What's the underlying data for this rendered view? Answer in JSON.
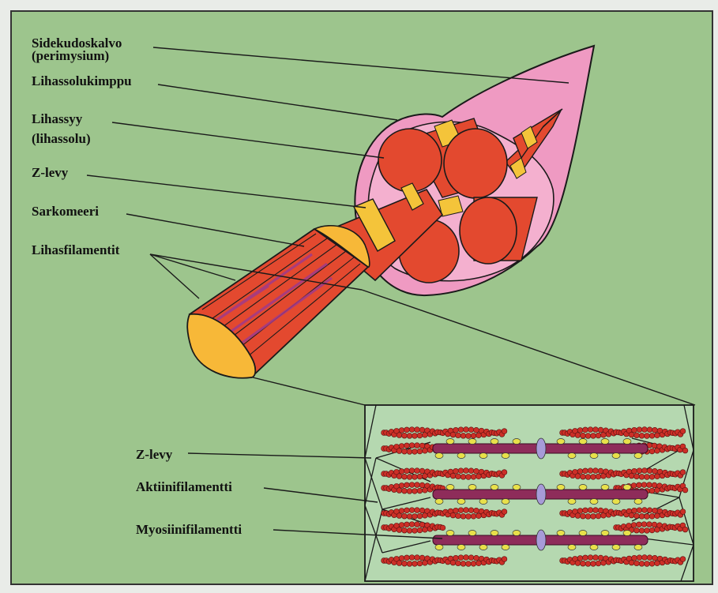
{
  "labels": {
    "perimysium_line1": "Sidekudoskalvo",
    "perimysium_line2": "(perimysium)",
    "fascicle": "Lihassolukimppu",
    "fiber_line1": "Lihassyy",
    "fiber_line2": "(lihassolu)",
    "z_disc_top": "Z-levy",
    "sarcomere": "Sarkomeeri",
    "myofilaments": "Lihasfilamentit",
    "z_disc_inset": "Z-levy",
    "actin": "Aktiinifilamentti",
    "myosin": "Myosiinifilamentti"
  },
  "colors": {
    "background": "#9dc58d",
    "inset_background": "#b5d8b0",
    "sheath_pink": "#ef9ac2",
    "fiber_red": "#e3492f",
    "z_band_yellow": "#f4c43a",
    "myofibril_end": "#f7b838",
    "myosin_purple": "#8e2c5a",
    "actin_bead": "#cc2f27",
    "m_line": "#a79bd8",
    "myosin_head": "#e8e04a"
  }
}
